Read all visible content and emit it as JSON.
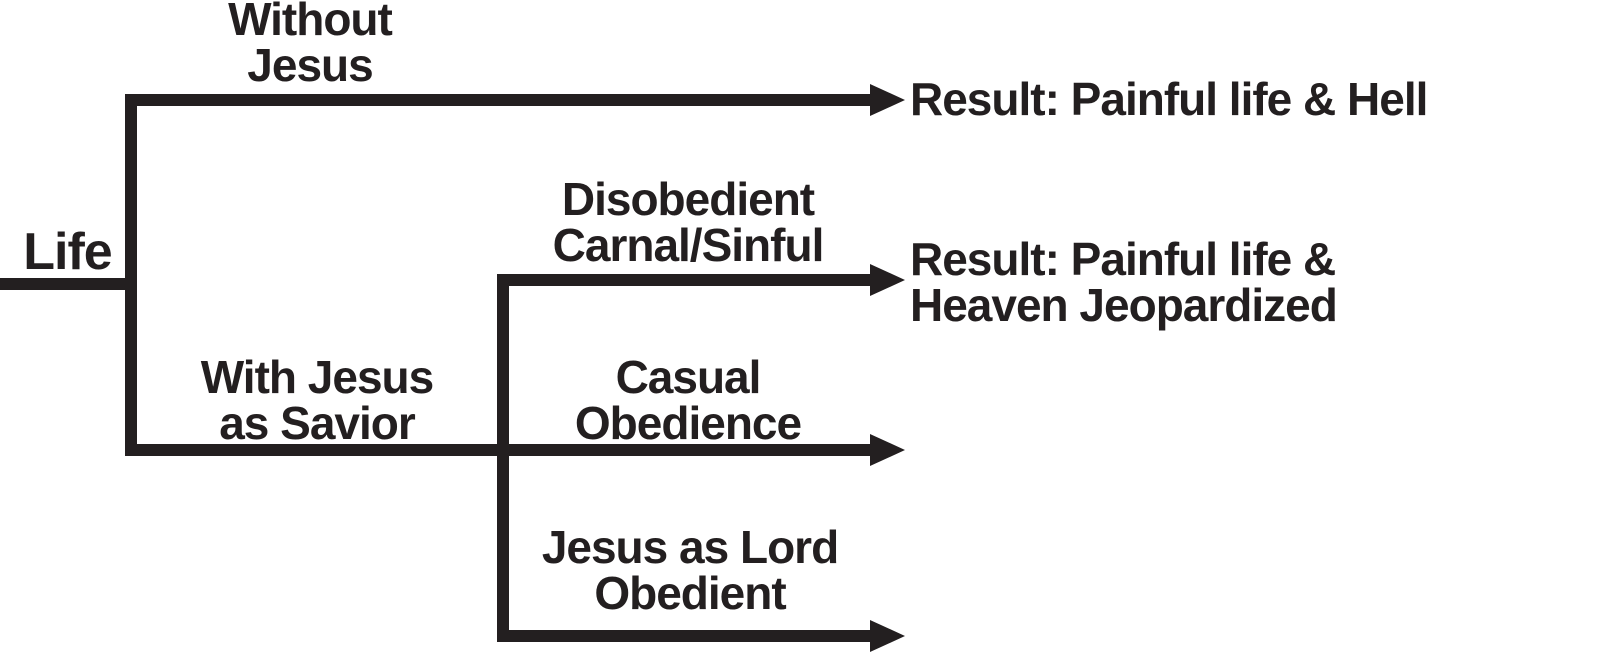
{
  "diagram": {
    "root": {
      "label": "Life"
    },
    "level1": [
      {
        "id": "without-jesus",
        "line1": "Without",
        "line2": "Jesus",
        "result1": "Result: Painful life & Hell"
      },
      {
        "id": "with-jesus-as-savior",
        "line1": "With Jesus",
        "line2": "as Savior"
      }
    ],
    "level2": [
      {
        "id": "disobedient-carnal-sinful",
        "line1": "Disobedient",
        "line2": "Carnal/Sinful",
        "result1": "Result: Painful life &",
        "result2": "Heaven Jeopardized"
      },
      {
        "id": "casual-obedience",
        "line1": "Casual",
        "line2": "Obedience"
      },
      {
        "id": "jesus-as-lord-obedient",
        "line1": "Jesus as Lord",
        "line2": "Obedient"
      }
    ],
    "colors": {
      "ink": "#231f20",
      "background": "#ffffff"
    }
  }
}
